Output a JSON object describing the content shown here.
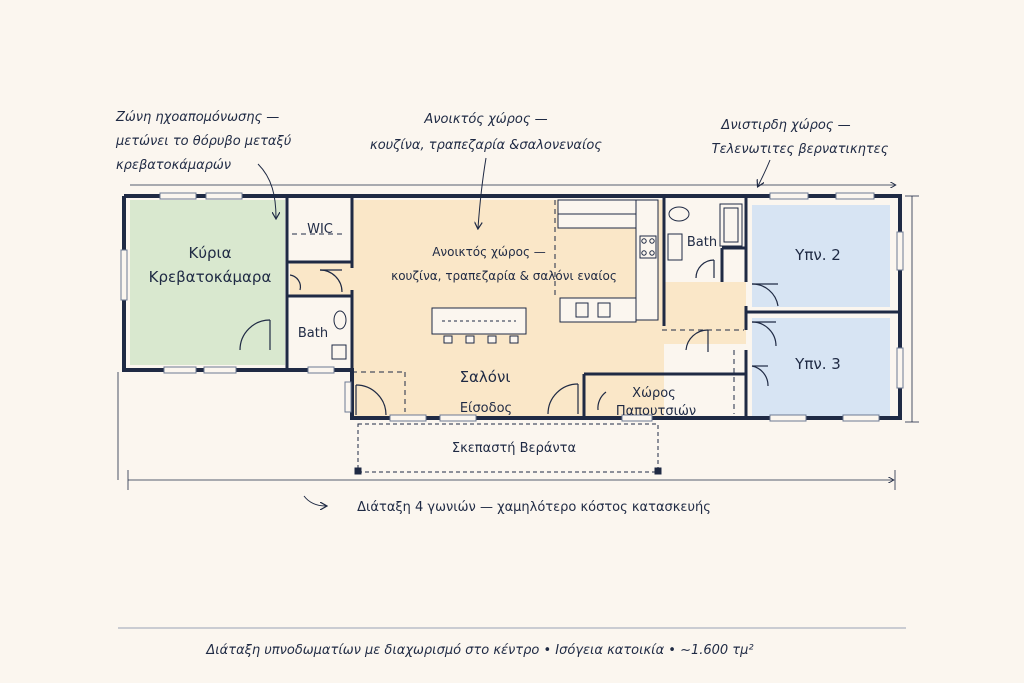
{
  "annotations": {
    "sound_zone_line1": "Ζώνη ηχοαπομόνωσης —",
    "sound_zone_line2": "μετώνει το θόρυβο μεταξύ",
    "sound_zone_line3": "κρεβατοκάμαρών",
    "open_space_line1": "Ανοικτός χώρος —",
    "open_space_line2": "κουζίνα, τραπεζαρία &σαλονεναίος",
    "flex_line1": "Δνιστιρδη χώρος —",
    "flex_line2": "Τελενωτιτες βερνατικητες",
    "bottom_note": "Διάταξη 4 γωνιών — χαμηλότερο κόστος κατασκευής"
  },
  "rooms": {
    "master_line1": "Κύρια",
    "master_line2": "Κρεβατοκάμαρα",
    "wic": "WIC",
    "bath_master": "Bath",
    "open_line1": "Ανοικτός χώρος —",
    "open_line2": "κουζίνα, τραπεζαρία & σαλόνι εναίος",
    "bath_hall": "Bath",
    "bed2": "Υπν. 2",
    "bed3": "Υπν. 3",
    "living": "Σαλόνι",
    "entry": "Είσοδος",
    "mud_line1": "Χώρος",
    "mud_line2": "Παπουτσιών",
    "porch": "Σκεπαστή Βεράντα"
  },
  "caption": "Διάταξη υπνοδωματίων με διαχωρισμό στο κέντρο • Ισόγεια κατοικία • ~1.600 τμ²",
  "colors": {
    "wall": "#1f2a44",
    "master_fill": "#d9e8cf",
    "open_fill": "#fae7c8",
    "bed_fill": "#d7e4f3",
    "background": "#fbf6ef"
  }
}
